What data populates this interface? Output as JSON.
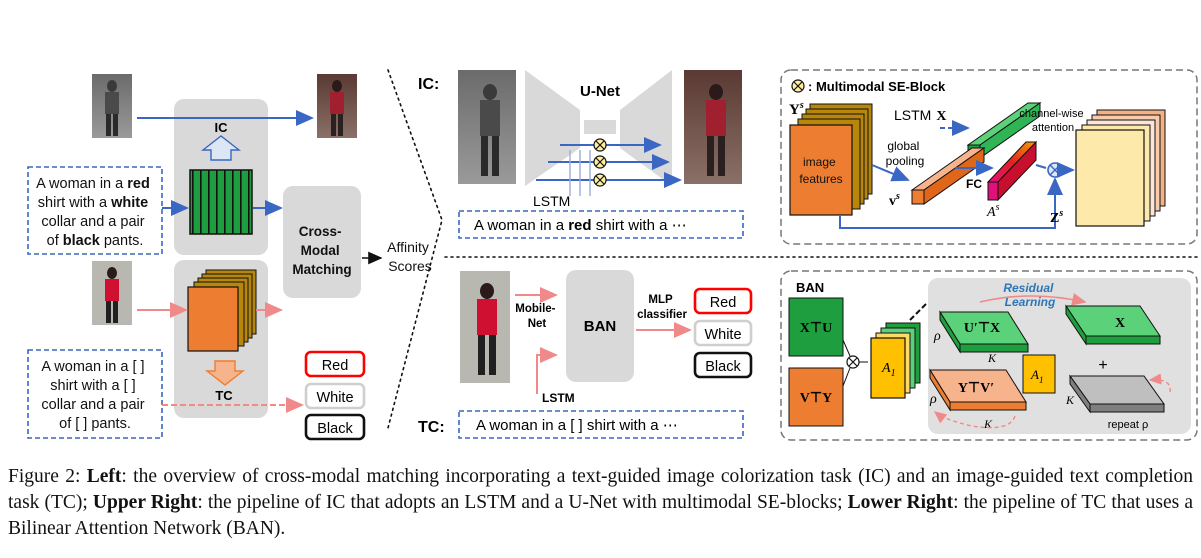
{
  "figure": {
    "left": {
      "sentence_full": [
        "A woman in a ",
        "red",
        "shirt with a ",
        "white",
        "collar and a pair",
        "of ",
        "black",
        " pants."
      ],
      "sentence_masked": [
        "A woman in a [    ]",
        "shirt with a [    ]",
        "collar and a pair",
        "of [    ] pants."
      ],
      "ic_label": "IC",
      "tc_label": "TC",
      "matching_label": [
        "Cross-",
        "Modal",
        "Matching"
      ],
      "affinity_label": [
        "Affinity",
        "Scores"
      ],
      "answers": [
        "Red",
        "White",
        "Black"
      ]
    },
    "ic_panel": {
      "tag": "IC:",
      "unet_label": "U-Net",
      "lstm_label": "LSTM",
      "sentence": [
        "A woman in a ",
        "red",
        " shirt with a ⋯"
      ]
    },
    "se_block": {
      "title": ": Multimodal SE-Block",
      "ys_label": "Y",
      "ys_sup": "s",
      "features_label": [
        "image",
        "features"
      ],
      "lstm_label": "LSTM",
      "x_label": "X",
      "pool_label": [
        "global",
        "pooling"
      ],
      "vs_label": "v",
      "vs_sup": "s",
      "fc_label": "FC",
      "as_label": "A",
      "as_sup": "s",
      "attn_label": [
        "channel-wise",
        "attention"
      ],
      "zs_label": "Z",
      "zs_sup": "s"
    },
    "tc_panel": {
      "tag": "TC:",
      "mobilenet_label": [
        "Mobile-",
        "Net"
      ],
      "ban_label": "BAN",
      "mlp_label": [
        "MLP",
        "classifier"
      ],
      "lstm_label": "LSTM",
      "answers": [
        "Red",
        "White",
        "Black"
      ],
      "sentence": "A woman in a [    ] shirt with a ⋯"
    },
    "ban_block": {
      "title": "BAN",
      "xu_label": "X⊤U",
      "vy_label": "V⊤Y",
      "a1_label": "A",
      "a1_sub": "1",
      "residual_label": [
        "Residual",
        "Learning"
      ],
      "upx_label": "U′⊤X",
      "x_label": "X",
      "yv_label": "Y⊤V′",
      "plus_label": "+",
      "rho": "ρ",
      "k": "K",
      "repeat_label": "repeat ρ"
    }
  },
  "caption": {
    "prefix": "Figure 2: ",
    "left_bold": "Left",
    "left_text": ": the overview of cross-modal matching incorporating a text-guided image colorization task (IC) and an image-guided text completion task (TC); ",
    "upper_bold": "Upper Right",
    "upper_text": ": the pipeline of IC that adopts an LSTM and a U-Net with multimodal SE-blocks; ",
    "lower_bold": "Lower Right",
    "lower_text": ": the pipeline of TC that uses a Bilinear Attention Network (BAN)."
  },
  "colors": {
    "blue_arrow": "#3a66c4",
    "pink_arrow": "#f08a8a",
    "gray_box": "#d9d9d9",
    "green": "#1f9e3f",
    "orange": "#ed7d31",
    "gold": "#b8860b",
    "yellow": "#ffd966",
    "red": "#ff0000"
  }
}
